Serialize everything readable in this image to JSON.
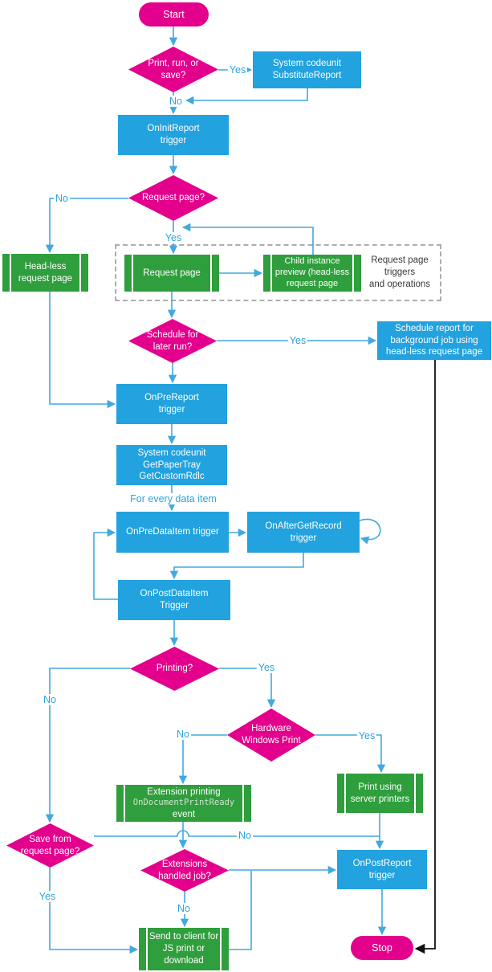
{
  "colors": {
    "terminator_and_decision": "#E3008C",
    "process_blue": "#22A2DE",
    "process_green": "#2F9E3C",
    "connector_blue": "#41A9DF",
    "connector_black": "#111111",
    "edge_label_text": "#2FA3DC",
    "note_text": "#3A3A3A"
  },
  "nodes": {
    "start": {
      "label": "Start"
    },
    "print_run_save": {
      "label": "Print, run, or save?"
    },
    "substitute_report": {
      "label": "System codeunit SubstituteReport"
    },
    "oninit_report": {
      "label": "OnInitReport trigger"
    },
    "request_page_q": {
      "label": "Request page?"
    },
    "headless_request_page": {
      "label": "Head-less request page"
    },
    "request_page": {
      "label": "Request page"
    },
    "child_instance_preview": {
      "label": "Child instance preview (head-less request page"
    },
    "request_page_note": {
      "line1": "Request page",
      "line2": "triggers",
      "line3": "and operations"
    },
    "schedule_later_q": {
      "label": "Schedule for later run?"
    },
    "schedule_report": {
      "label": "Schedule report for background job using head-less request page"
    },
    "onpre_report": {
      "label": "OnPreReport trigger"
    },
    "system_codeunit_getpapertray": {
      "label": "System codeunit GetPaperTray GetCustomRdlc"
    },
    "onpre_dataitem": {
      "label": "OnPreDataItem trigger"
    },
    "onafter_getrecord": {
      "label": "OnAfterGetRecord trigger"
    },
    "onpost_dataitem": {
      "label": "OnPostDataItem Trigger"
    },
    "printing_q": {
      "label": "Printing?"
    },
    "hardware_windows_print_q": {
      "label": "Hardware Windows Print"
    },
    "extension_printing": {
      "line1": "Extension printing",
      "line2": "OnDocumentPrintReady",
      "line3": "event"
    },
    "print_server_printers": {
      "label": "Print using server printers"
    },
    "save_from_request_q": {
      "label": "Save from request page?"
    },
    "extensions_handled_q": {
      "label": "Extensions handled job?"
    },
    "onpost_report": {
      "label": "OnPostReport trigger"
    },
    "send_to_client": {
      "label": "Send to client for JS print or download"
    },
    "stop": {
      "label": "Stop"
    }
  },
  "edge_labels": {
    "print_yes": "Yes",
    "print_no": "No",
    "request_no": "No",
    "request_yes": "Yes",
    "schedule_yes": "Yes",
    "for_every_data_item": "For every data item",
    "printing_yes": "Yes",
    "printing_no": "No",
    "hardware_no": "No",
    "hardware_yes": "Yes",
    "save_no": "No",
    "save_yes": "Yes",
    "extensions_no": "No"
  }
}
